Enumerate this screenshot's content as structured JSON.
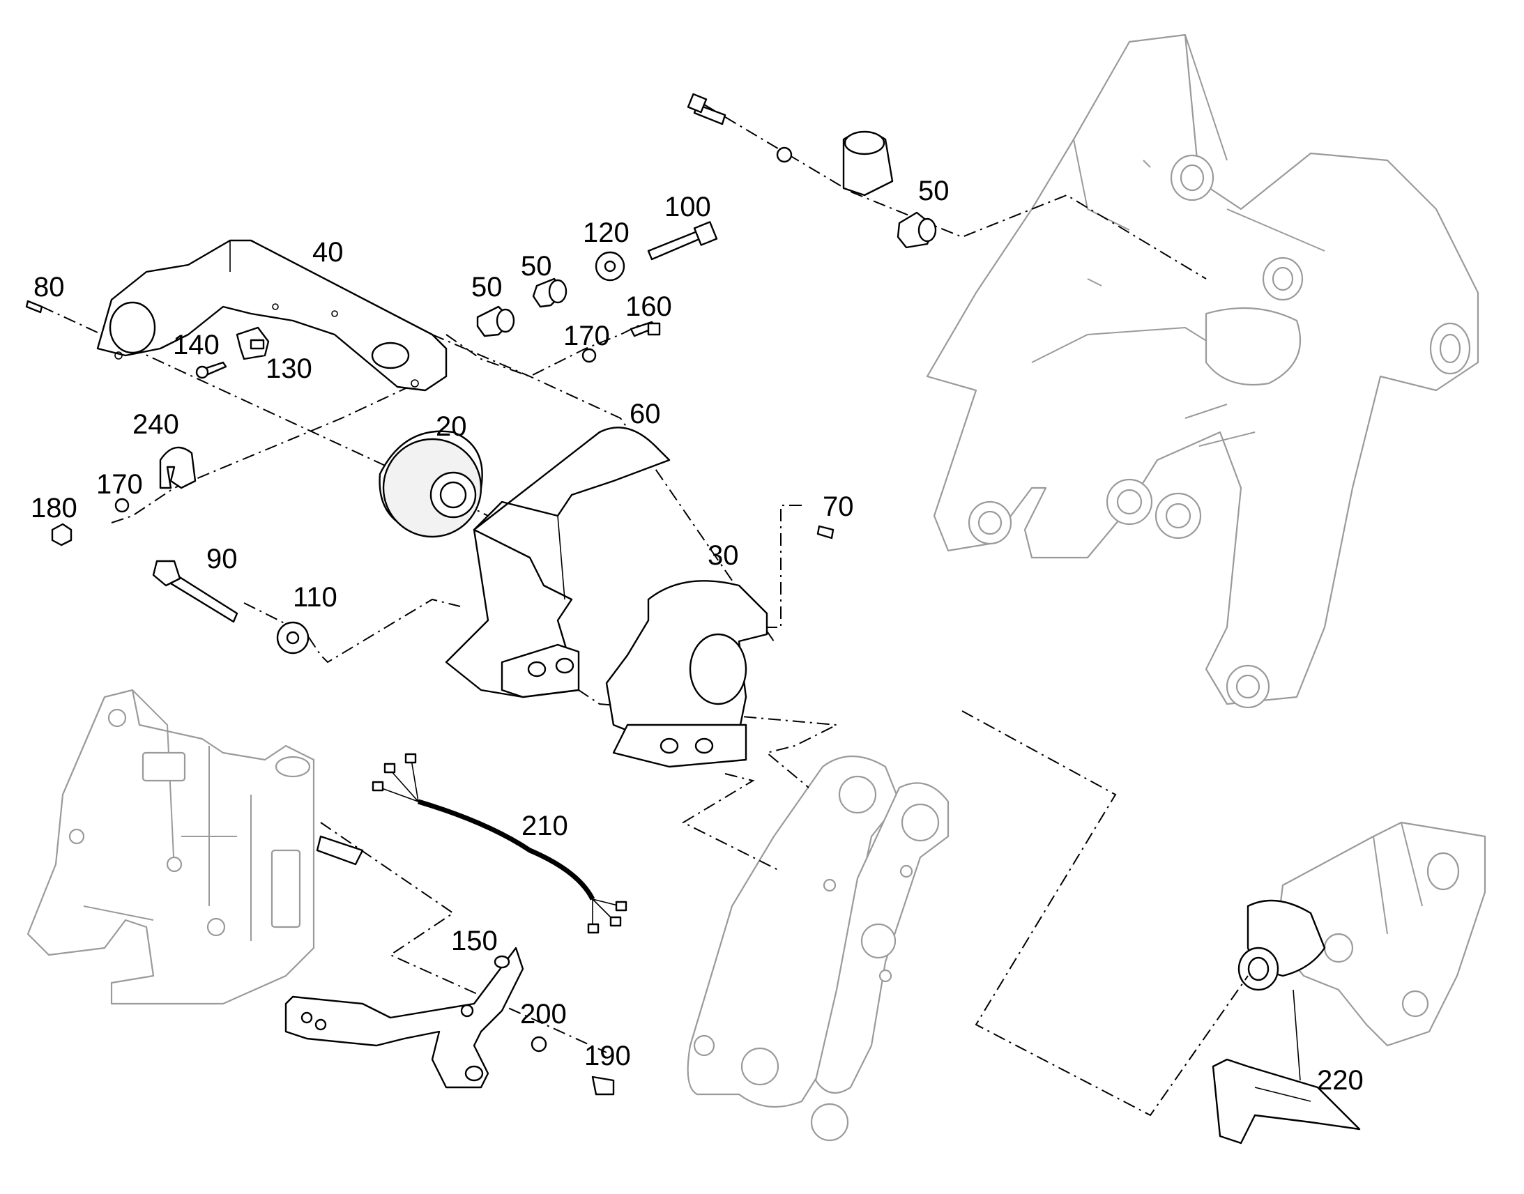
{
  "callouts": {
    "c20": "20",
    "c30": "30",
    "c40": "40",
    "c50a": "50",
    "c50b": "50",
    "c50c": "50",
    "c60": "60",
    "c70": "70",
    "c80": "80",
    "c90": "90",
    "c100": "100",
    "c110": "110",
    "c120": "120",
    "c130": "130",
    "c140": "140",
    "c150": "150",
    "c160": "160",
    "c170a": "170",
    "c170b": "170",
    "c180": "180",
    "c190": "190",
    "c200": "200",
    "c210": "210",
    "c220": "220",
    "c240": "240"
  },
  "colors": {
    "line": "#000000",
    "ghost": "#9a9a9a",
    "background": "#ffffff"
  }
}
